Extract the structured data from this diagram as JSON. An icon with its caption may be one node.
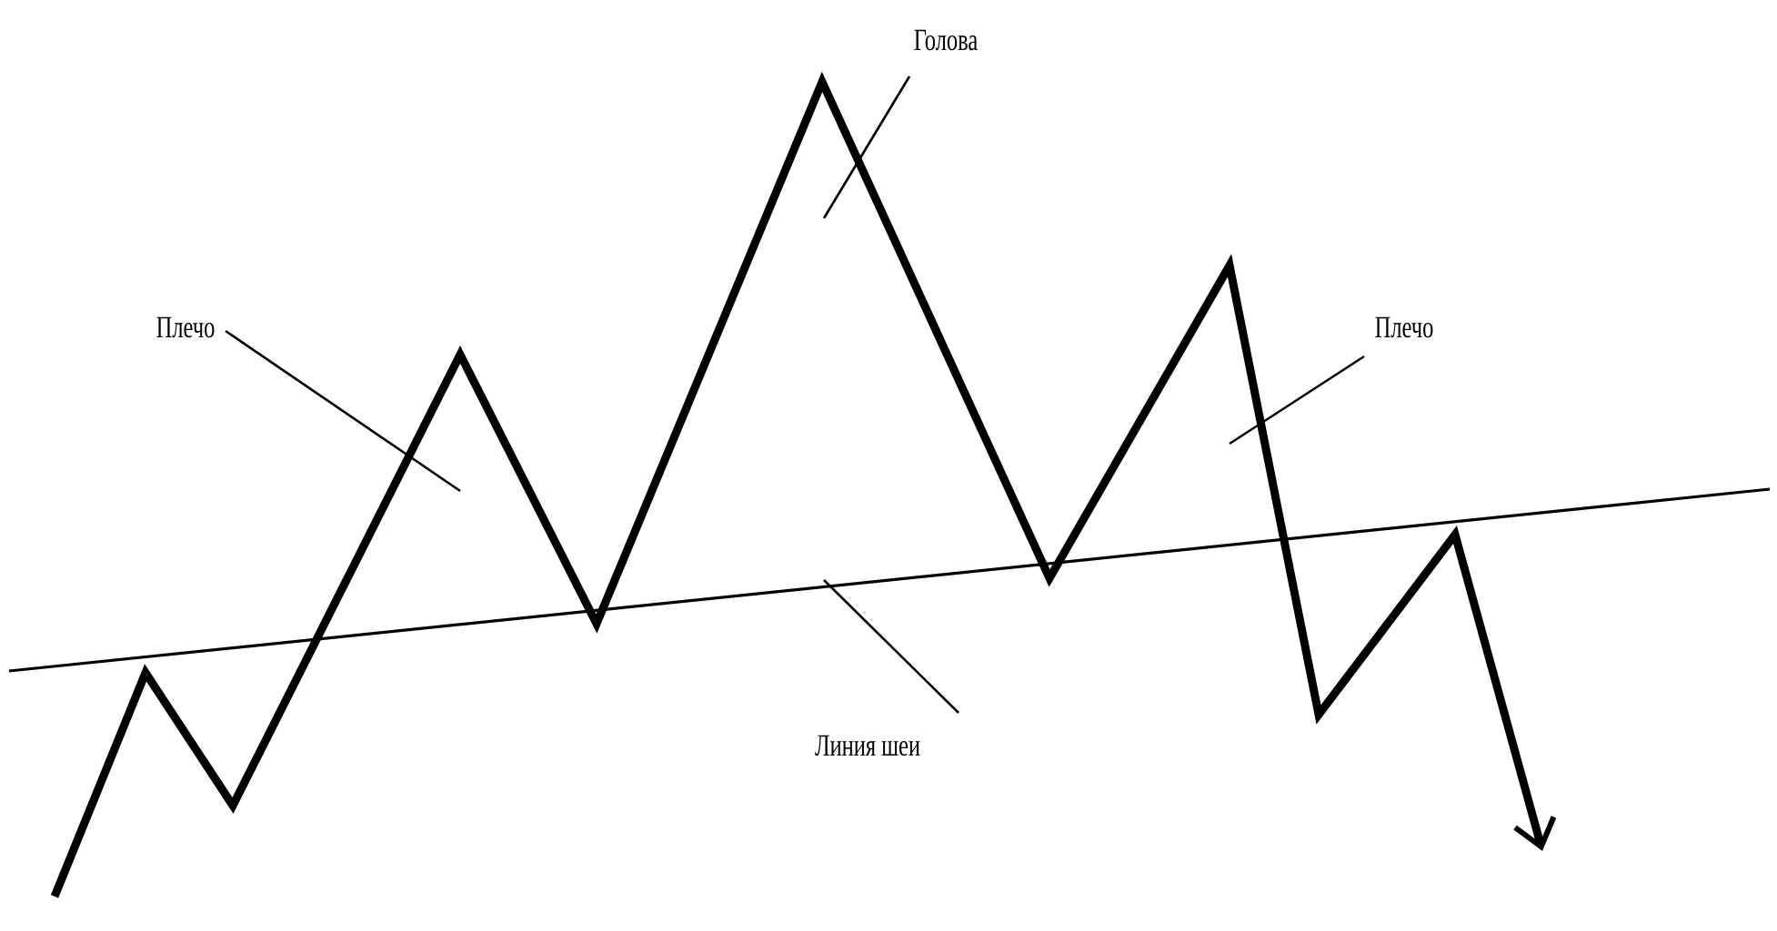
{
  "diagram": {
    "nodes": [
      {
        "text": [
          "Голова"
        ]
      },
      {
        "text": [
          "Плечо"
        ]
      },
      {
        "text": [
          "Плечо"
        ]
      },
      {
        "text": [
          "Линия шеи"
        ]
      }
    ],
    "edges": [
      {
        "from": 0,
        "to": null,
        "arrow": "none"
      },
      {
        "from": 1,
        "to": null,
        "arrow": "none"
      },
      {
        "from": 2,
        "to": null,
        "arrow": "none"
      },
      {
        "from": 3,
        "to": null,
        "arrow": "none"
      }
    ]
  }
}
